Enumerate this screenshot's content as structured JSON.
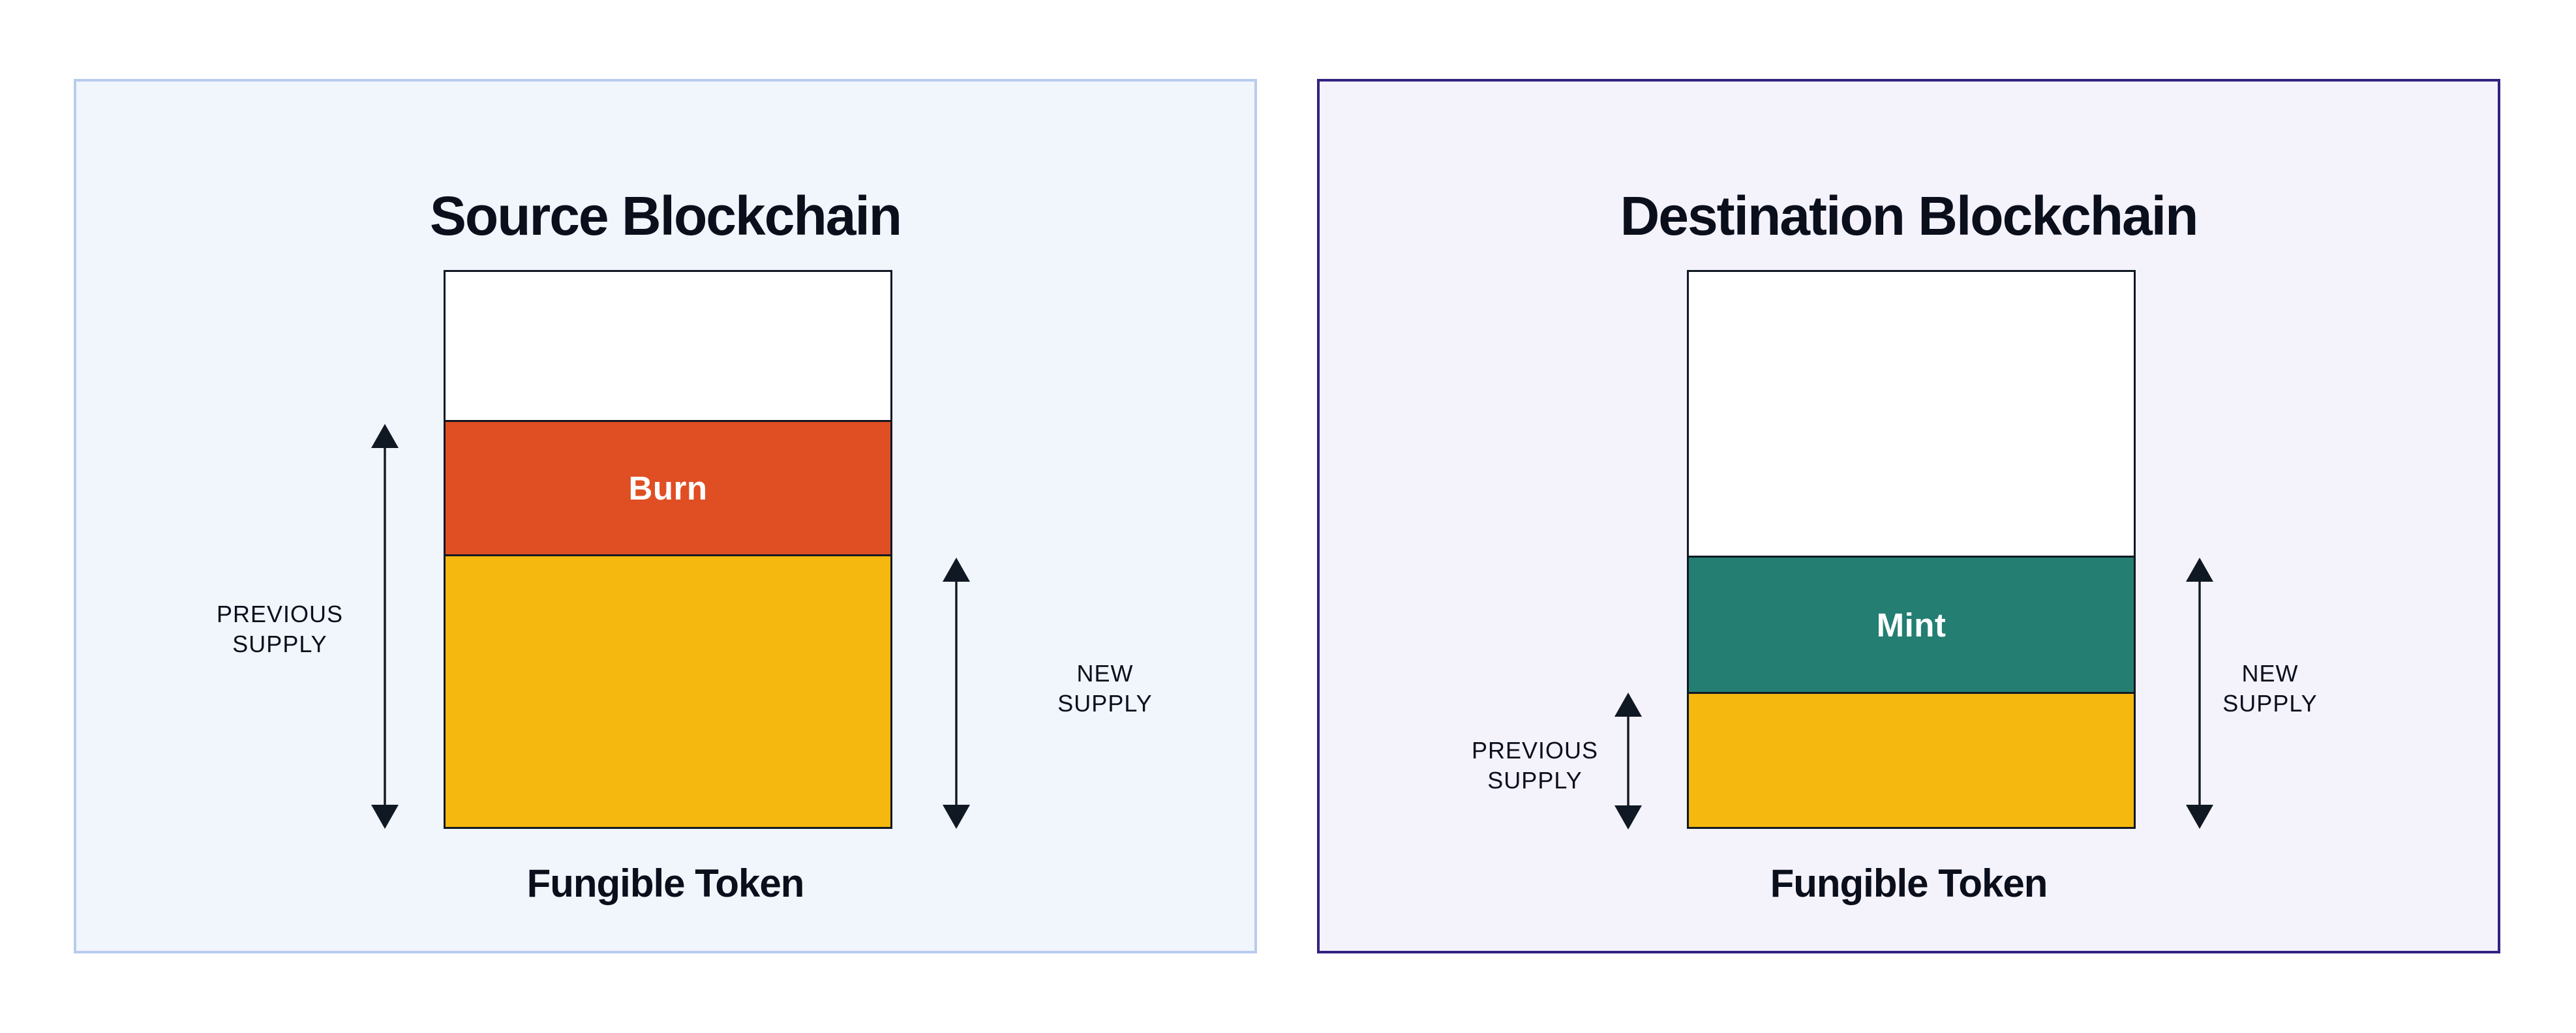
{
  "page": {
    "background": "#FFFFFF"
  },
  "colors": {
    "ink": "#0B0F1C",
    "bar_outline": "#101823",
    "arrow": "#101823",
    "burn_orange": "#E04E24",
    "mint_teal": "#247E72",
    "supply_yellow": "#F5B80E",
    "segment_label_text": "#FFFFFF",
    "source_panel_bg": "#F1F5FC",
    "source_panel_border": "#B9CBEF",
    "destination_panel_bg": "#F4F2FB",
    "destination_panel_border": "#352180"
  },
  "source_panel": {
    "title": "Source Blockchain",
    "bar": {
      "action_label": "Burn"
    },
    "previous_supply_label": {
      "line1": "PREVIOUS",
      "line2": "SUPPLY"
    },
    "new_supply_label": {
      "line1": "NEW",
      "line2": "SUPPLY"
    },
    "token_label": "Fungible Token"
  },
  "destination_panel": {
    "title": "Destination Blockchain",
    "bar": {
      "action_label": "Mint"
    },
    "previous_supply_label": {
      "line1": "PREVIOUS",
      "line2": "SUPPLY"
    },
    "new_supply_label": {
      "line1": "NEW",
      "line2": "SUPPLY"
    },
    "token_label": "Fungible Token"
  }
}
